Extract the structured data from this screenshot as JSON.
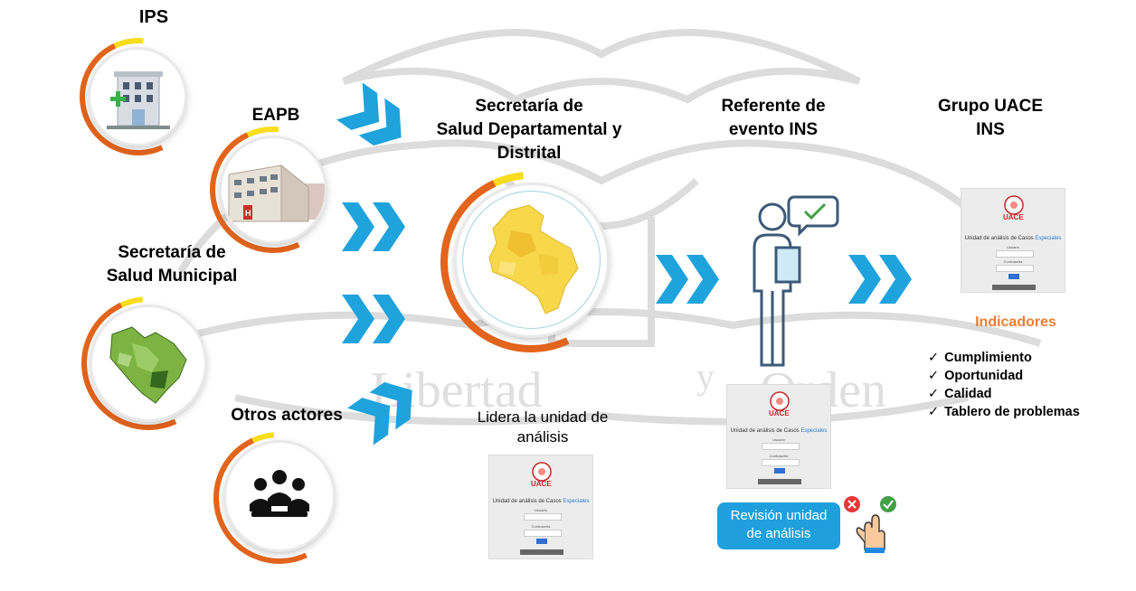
{
  "nodes": {
    "ips": "IPS",
    "eapb": "EAPB",
    "municipal": [
      "Secretaría de",
      "Salud Municipal"
    ],
    "otros": "Otros actores",
    "departamental": [
      "Secretaría de",
      "Salud Departamental y",
      "Distrital"
    ],
    "referente": [
      "Referente de",
      "evento INS"
    ],
    "uace": [
      "Grupo UACE",
      "INS"
    ]
  },
  "lidera": [
    "Lidera la unidad de",
    "análisis"
  ],
  "revision": [
    "Revisión unidad",
    "de análisis"
  ],
  "login_form": {
    "logo_text": "UACE",
    "title_plain": "Unidad de análisis de Casos ",
    "title_accent": "Especiales",
    "user_label": "Usuario",
    "password_label": "Contraseña"
  },
  "indicadores": {
    "title": "Indicadores",
    "items": [
      "Cumplimiento",
      "Oportunidad",
      "Calidad",
      "Tablero de problemas"
    ]
  },
  "watermark": [
    "Libertad",
    "y",
    "Orden"
  ],
  "colors": {
    "chevron": "#1ea3dc",
    "indicadores": "#ee7d31",
    "arc_yellow": "#f7dd1b",
    "arc_orange": "#e2641d",
    "revision_bg": "#1fa0dc"
  }
}
